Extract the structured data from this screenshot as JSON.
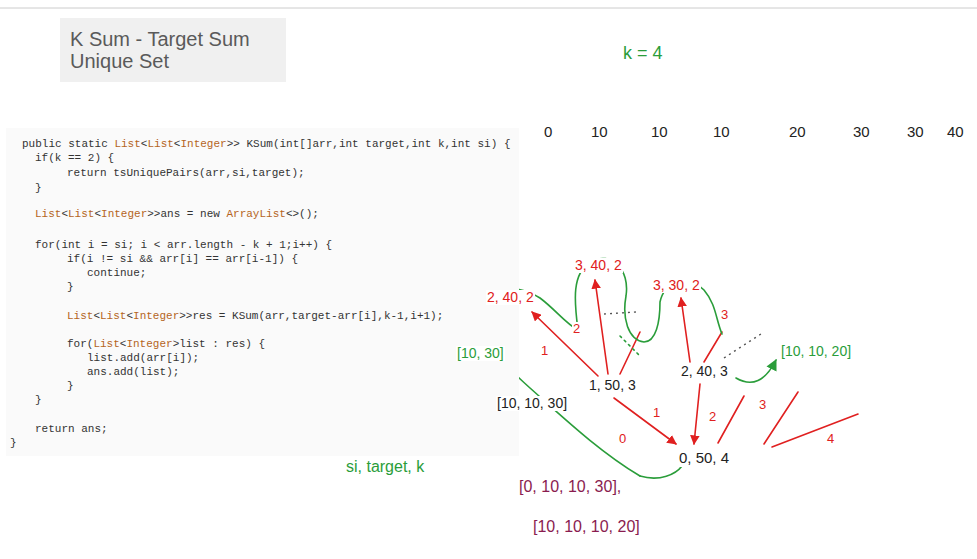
{
  "diagram": {
    "title": "K Sum - Target Sum Unique Set",
    "nodes": [
      {
        "text": [
          "public static List<List<Integer>> KSum(int[]arr,int target,int k,int si) {",
          "if(k == 2) {",
          "return tsUniquePairs(arr,si,target);",
          "}",
          "List<List<Integer>>ans = new ArrayList<>();",
          "for(int i = si; i < arr.length - k + 1;i++) {",
          "if(i != si && arr[i] == arr[i-1]) {",
          "continue;",
          "}",
          "List<List<Integer>>res = KSum(arr,target-arr[i],k-1,i+1);",
          "for(List<Integer>list : res) {",
          "list.add(arr[i]);",
          "ans.add(list);",
          "}",
          "}",
          "return ans;",
          "}"
        ]
      }
    ],
    "labels": [
      "k = 4",
      "0",
      "10",
      "10",
      "10",
      "20",
      "30",
      "30",
      "40",
      "3, 40, 2",
      "3, 30, 2",
      "2, 40, 2",
      "2",
      "3",
      "[10, 30]",
      "1",
      "[10, 10, 20]",
      "2, 40, 3",
      "1, 50, 3",
      "[10, 10, 30]",
      "1",
      "2",
      "3",
      "4",
      "0",
      "0, 50, 4",
      "si, target, k",
      "[0, 10, 10, 30],",
      "[10, 10, 10, 20]"
    ]
  }
}
